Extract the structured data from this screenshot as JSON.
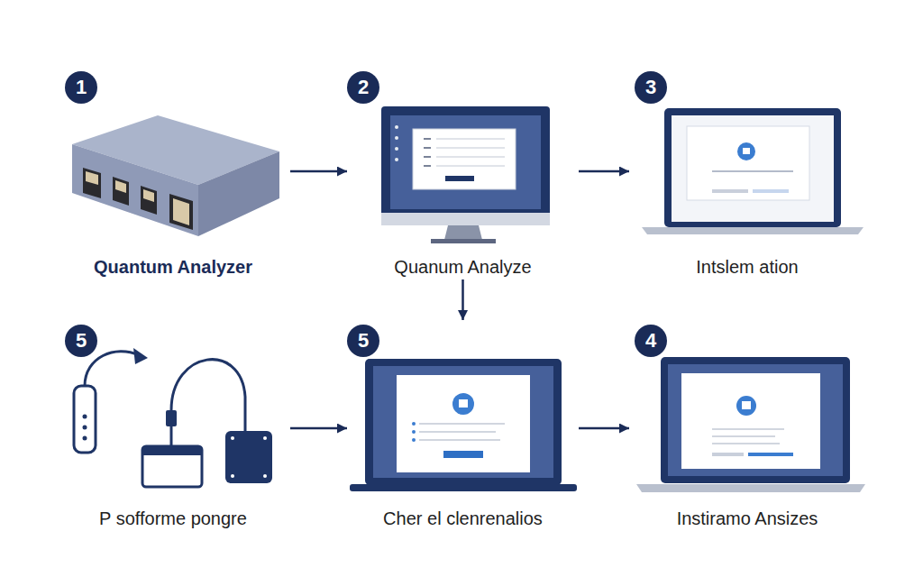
{
  "diagram": {
    "nodes": [
      {
        "text": [
          "1",
          "Quantum Analyzer"
        ]
      },
      {
        "text": [
          "2",
          "Quanum Analyze"
        ]
      },
      {
        "text": [
          "3",
          "Intslem ation"
        ]
      },
      {
        "text": [
          "5",
          "P sofforme pongre"
        ]
      },
      {
        "text": [
          "5",
          "Cher el clenrenalios"
        ]
      },
      {
        "text": [
          "4",
          "Instiramo Ansizes"
        ]
      }
    ],
    "edges": [
      {
        "from": 0,
        "to": 1,
        "arrow": "to"
      },
      {
        "from": 1,
        "to": 2,
        "arrow": "to"
      },
      {
        "from": 1,
        "to": 4,
        "arrow": "to"
      },
      {
        "from": 3,
        "to": 4,
        "arrow": "to"
      },
      {
        "from": 4,
        "to": 5,
        "arrow": "to"
      }
    ]
  }
}
